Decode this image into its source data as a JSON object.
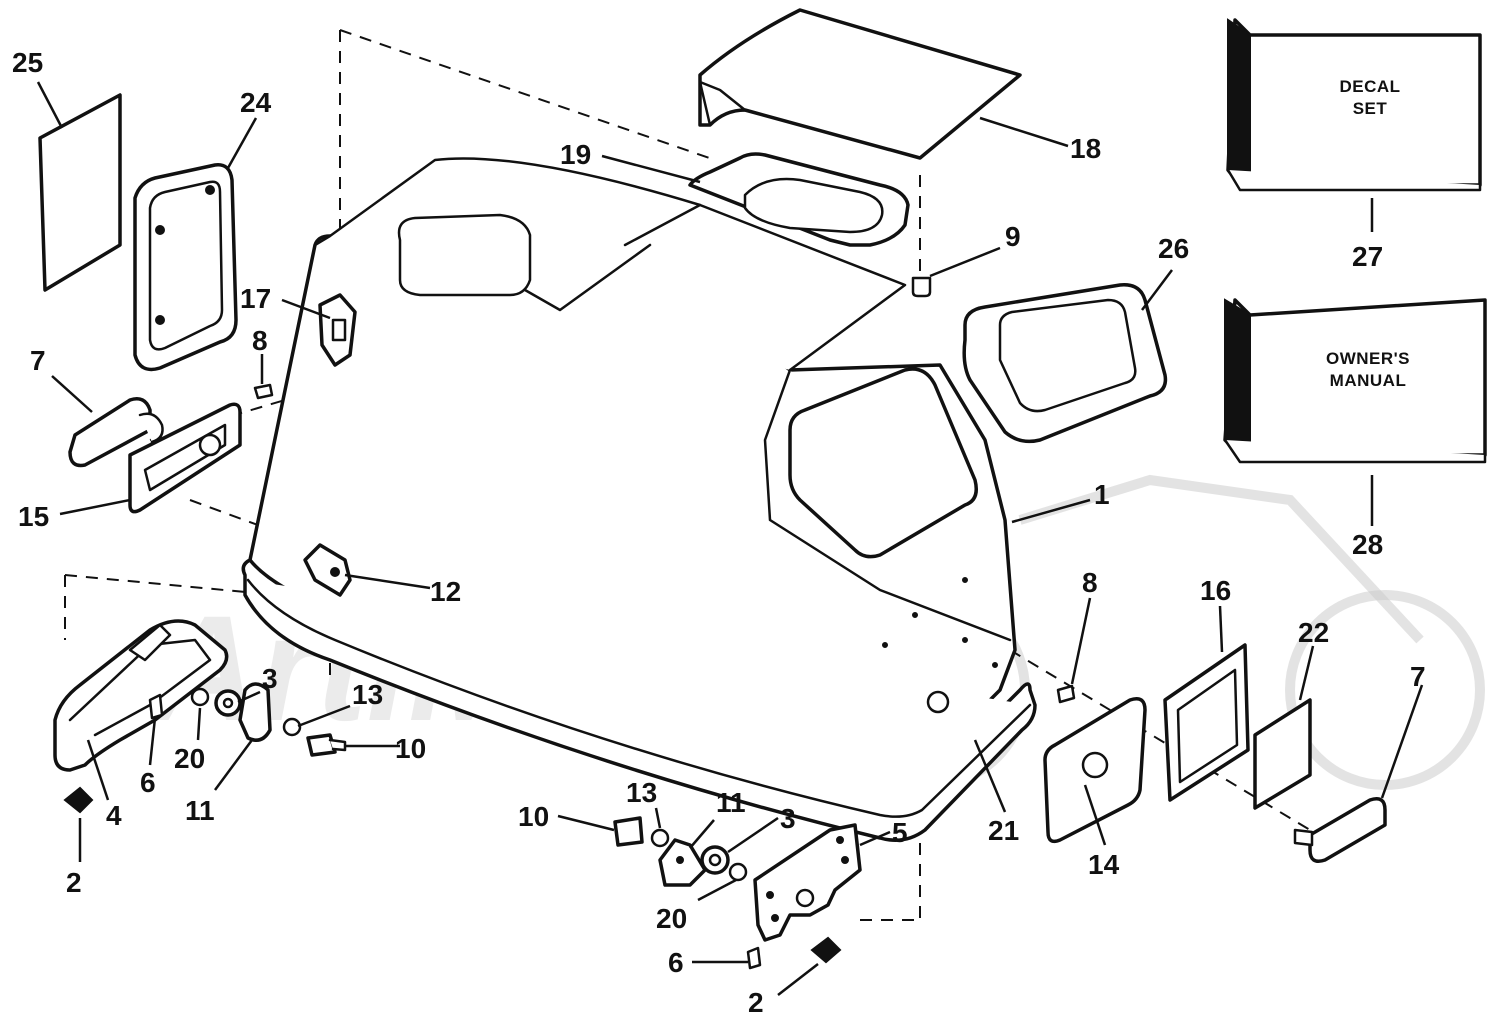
{
  "callouts": {
    "c1": "1",
    "c2a": "2",
    "c2b": "2",
    "c3a": "3",
    "c3b": "3",
    "c4": "4",
    "c5": "5",
    "c6a": "6",
    "c6b": "6",
    "c7a": "7",
    "c7b": "7",
    "c8a": "8",
    "c8b": "8",
    "c9": "9",
    "c10a": "10",
    "c10b": "10",
    "c11a": "11",
    "c11b": "11",
    "c12": "12",
    "c13a": "13",
    "c13b": "13",
    "c14": "14",
    "c15": "15",
    "c16": "16",
    "c17": "17",
    "c18": "18",
    "c19": "19",
    "c20a": "20",
    "c20b": "20",
    "c21": "21",
    "c22": "22",
    "c24": "24",
    "c25": "25",
    "c26": "26",
    "c27": "27",
    "c28": "28"
  },
  "boxes": {
    "decal_line1": "DECAL",
    "decal_line2": "SET",
    "manual_line1": "OWNER'S",
    "manual_line2": "MANUAL"
  },
  "watermark": {
    "text": "ArtiMoto"
  }
}
